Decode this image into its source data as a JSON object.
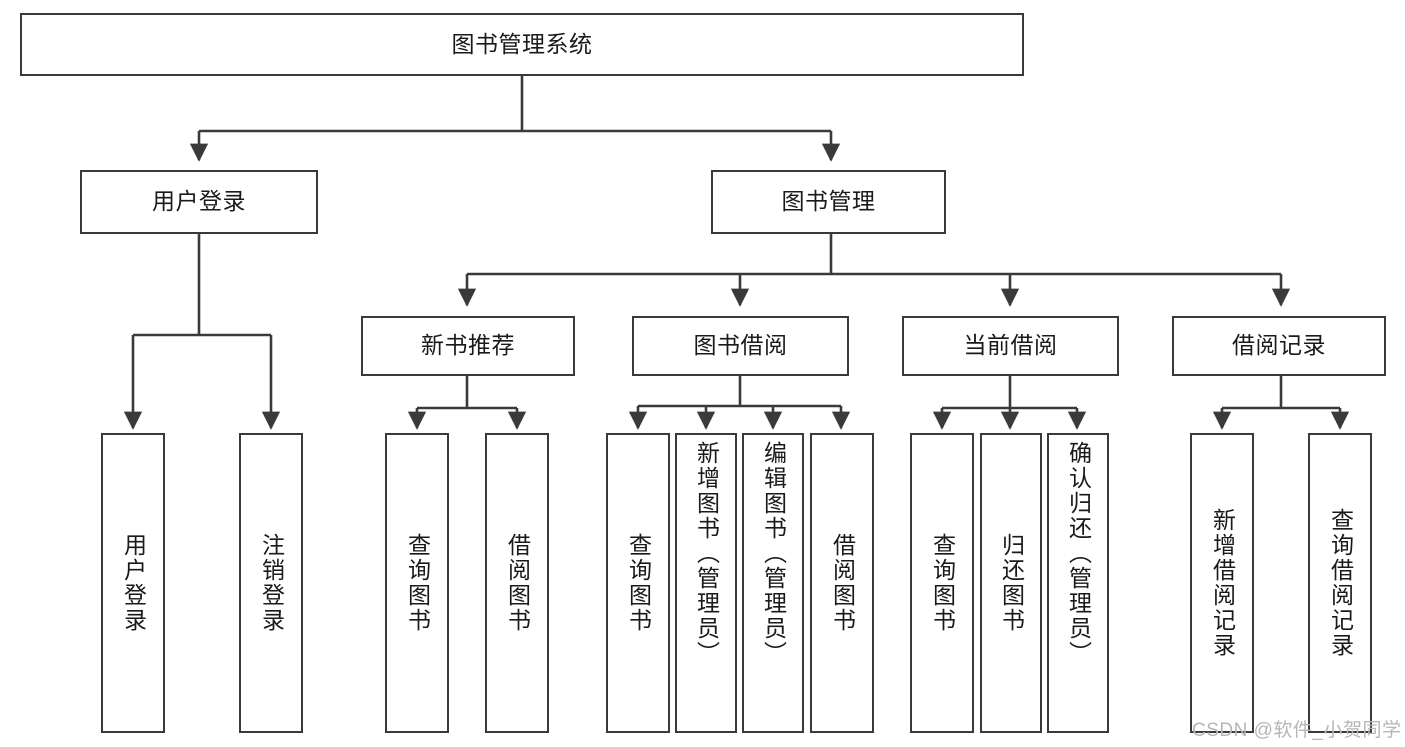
{
  "diagram": {
    "type": "hierarchy-tree",
    "title": "图书管理系统",
    "watermark": "CSDN @软件_小贺同学",
    "colors": {
      "box_border": "#3a3a3a",
      "box_fill": "#ffffff",
      "edge": "#3a3a3a",
      "text": "#1a1a1a",
      "watermark": "#b6b6b6"
    },
    "nodes": {
      "root": "图书管理系统",
      "level2": {
        "user_login": "用户登录",
        "book_manage": "图书管理"
      },
      "level3": {
        "new_book_recommend": "新书推荐",
        "book_borrow": "图书借阅",
        "current_borrow": "当前借阅",
        "borrow_record": "借阅记录"
      },
      "leaves": {
        "user_login_children": [
          "用户登录",
          "注销登录"
        ],
        "new_book_recommend_children": [
          "查询图书",
          "借阅图书"
        ],
        "book_borrow_children": [
          "查询图书",
          "新增图书（管理员）",
          "编辑图书（管理员）",
          "借阅图书"
        ],
        "current_borrow_children": [
          "查询图书",
          "归还图书",
          "确认归还（管理员）"
        ],
        "borrow_record_children": [
          "新增借阅记录",
          "查询借阅记录"
        ]
      }
    }
  }
}
